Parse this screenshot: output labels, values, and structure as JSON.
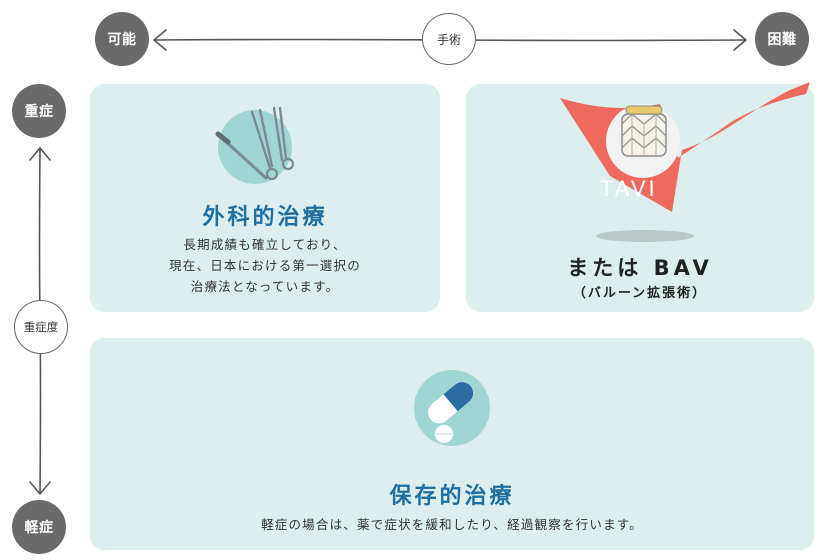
{
  "top_axis": {
    "left_label": "可能",
    "center_label": "手術",
    "right_label": "困難"
  },
  "side_axis": {
    "top_label": "重症",
    "center_label": "重症度",
    "bottom_label": "軽症"
  },
  "surgical_panel": {
    "title": "外科的治療",
    "description_lines": [
      "長期成績も確立しており、",
      "現在、日本における第一選択の",
      "治療法となっています。"
    ]
  },
  "tavi_panel": {
    "flag_label": "TAVI",
    "title": "または BAV",
    "subtitle": "（バルーン拡張術）"
  },
  "conservative_panel": {
    "title": "保存的治療",
    "description": "軽症の場合は、薬で症状を緩和したり、経過観察を行います。"
  },
  "colors": {
    "panel_bg": "#dceeed",
    "title_blue": "#1f6fa3",
    "badge_gray": "#6a6a6a",
    "flag_red": "#ef6a5e",
    "icon_teal": "#9fd6d1"
  },
  "icons": [
    "surgical-instruments-icon",
    "tavi-valve-icon",
    "medicine-pills-icon"
  ]
}
